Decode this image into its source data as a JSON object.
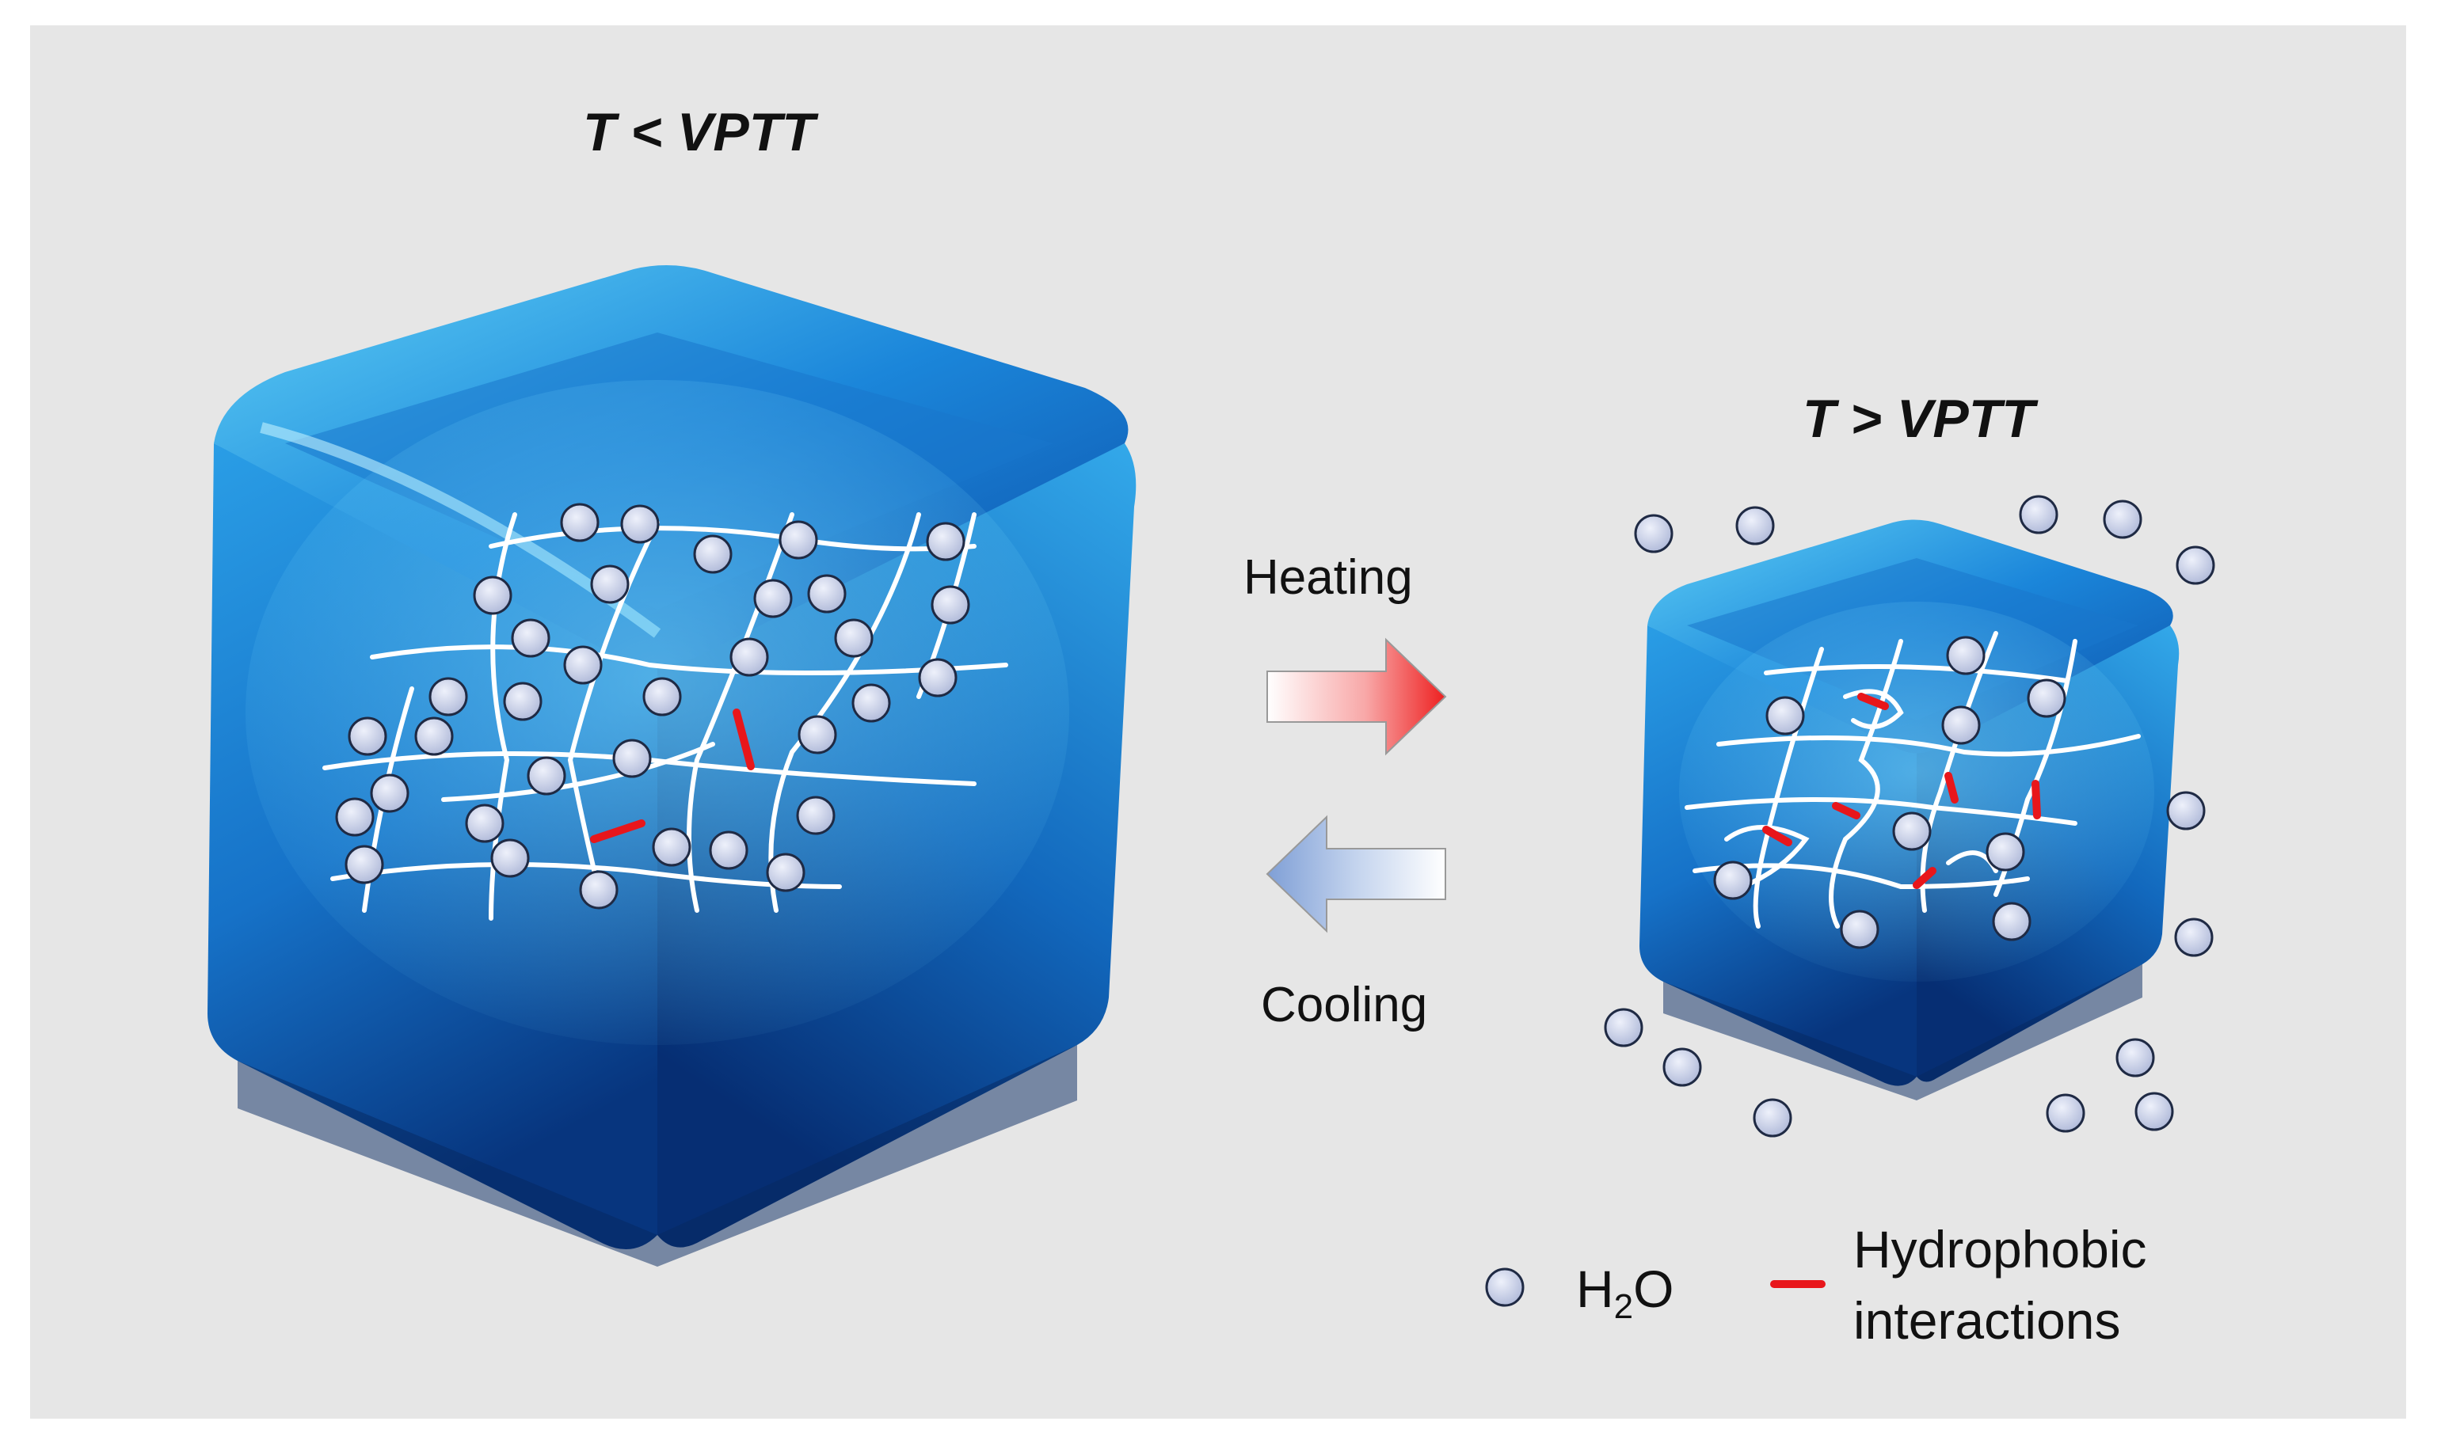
{
  "titles": {
    "left": "T < VPTT",
    "right": "T > VPTT"
  },
  "arrows": {
    "heating": "Heating",
    "cooling": "Cooling"
  },
  "legend": {
    "water_main": "H",
    "water_sub": "2",
    "water_tail": "O",
    "hydrophobic_line1": "Hydrophobic",
    "hydrophobic_line2": "interactions"
  },
  "colors": {
    "background": "#e6e6e6",
    "cube_dark": "#0a3f8f",
    "cube_mid": "#1a7fd6",
    "cube_light": "#4fc4f2",
    "polymer_chain": "#ffffff",
    "water_fill": "#c9d0e8",
    "water_stroke": "#1f2a44",
    "hydrophobic": "#e8161b",
    "heating_arrow": "#ee2222",
    "cooling_arrow": "#7f9fd6"
  },
  "icons": {
    "water": "water-molecule-icon",
    "hydrophobic": "hydrophobic-interaction-icon"
  }
}
